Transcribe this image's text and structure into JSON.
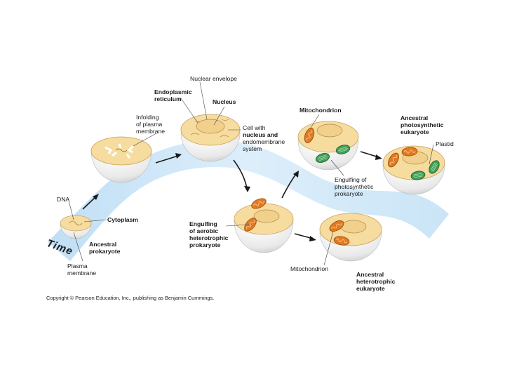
{
  "labels": {
    "nuclear_envelope": "Nuclear envelope",
    "er_1": "Endoplasmic",
    "er_2": "reticulum",
    "nucleus": "Nucleus",
    "infolding_1": "Infolding",
    "infolding_2": "of plasma",
    "infolding_3": "membrane",
    "cell_with_1": "Cell with",
    "cell_with_2": "nucleus and",
    "cell_with_3": "endomembrane",
    "cell_with_4": "system",
    "mito_top": "Mitochondrion",
    "anc_photo_1": "Ancestral",
    "anc_photo_2": "photosynthetic",
    "anc_photo_3": "eukaryote",
    "plastid": "Plastid",
    "engulf_photo_1": "Engulfing of",
    "engulf_photo_2": "photosynthetic",
    "engulf_photo_3": "prokaryote",
    "dna": "DNA",
    "cytoplasm": "Cytoplasm",
    "time": "Time",
    "anc_prok_1": "Ancestral",
    "anc_prok_2": "prokaryote",
    "plasma_1": "Plasma",
    "plasma_2": "membrane",
    "engulf_aer_1": "Engulfing",
    "engulf_aer_2": "of aerobic",
    "engulf_aer_3": "heterotrophic",
    "engulf_aer_4": "prokaryote",
    "mito_bottom": "Mitochondrion",
    "anc_het_1": "Ancestral",
    "anc_het_2": "heterotrophic",
    "anc_het_3": "eukaryote"
  },
  "copyright": "Copyright © Pearson Education, Inc., publishing as Benjamin Cummings.",
  "colors": {
    "cytoplasm": "#f6dc9e",
    "cell_wall": "#e6e6e6",
    "flow_band": "#cfe6f7",
    "mitochondrion": "#e07a22",
    "plastid": "#3f9e56",
    "arrow": "#1a1a1a"
  }
}
